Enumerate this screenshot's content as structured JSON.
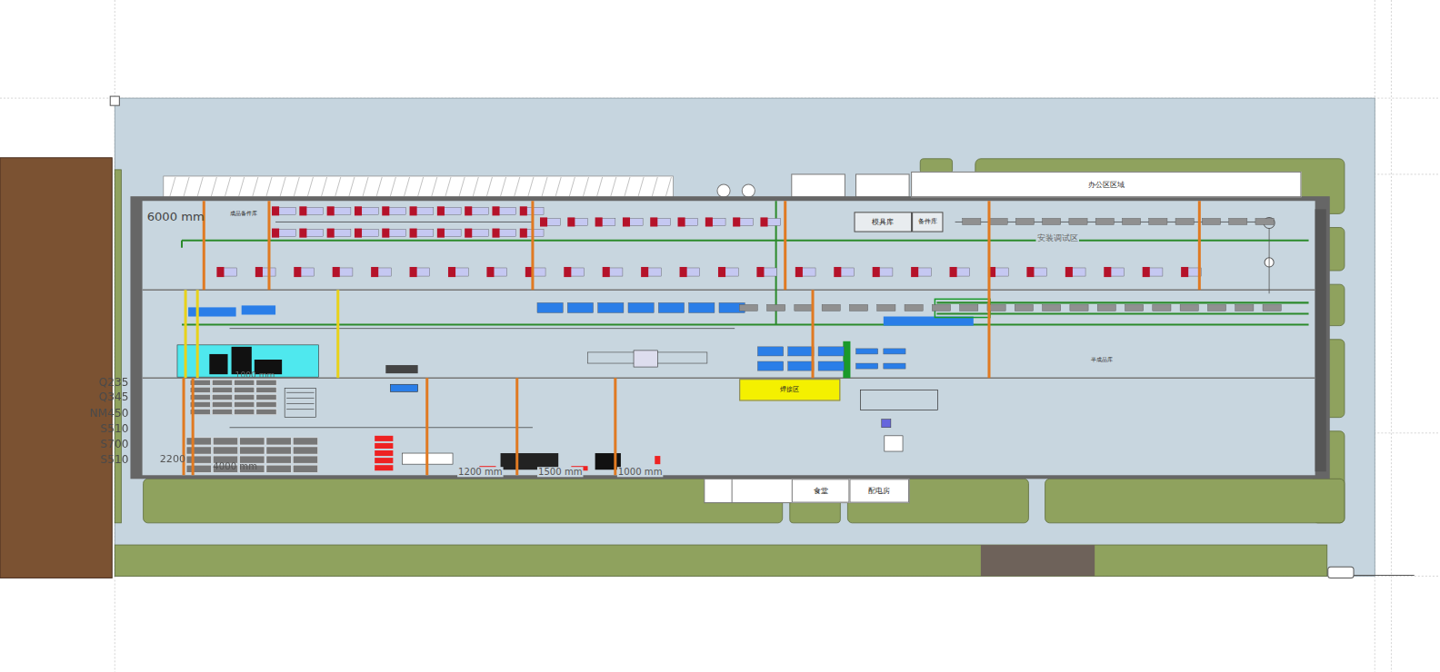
{
  "diagram": {
    "nodes": [
      {
        "text": [
          "办公区区域"
        ]
      },
      {
        "text": [
          "模具库"
        ]
      },
      {
        "text": [
          "备件库"
        ]
      },
      {
        "text": [
          "食堂"
        ]
      },
      {
        "text": [
          "配电房"
        ]
      },
      {
        "text": [
          "焊接区"
        ]
      }
    ],
    "labels": [
      "6000 mm",
      "成品备件库",
      "安装调试区",
      "半成品库",
      "Q235",
      "Q345",
      "NM450",
      "S510",
      "S700",
      "S510",
      "2200",
      "4000 mm",
      "1000 mm",
      "1200 mm",
      "1500 mm",
      "1000 mm"
    ]
  }
}
